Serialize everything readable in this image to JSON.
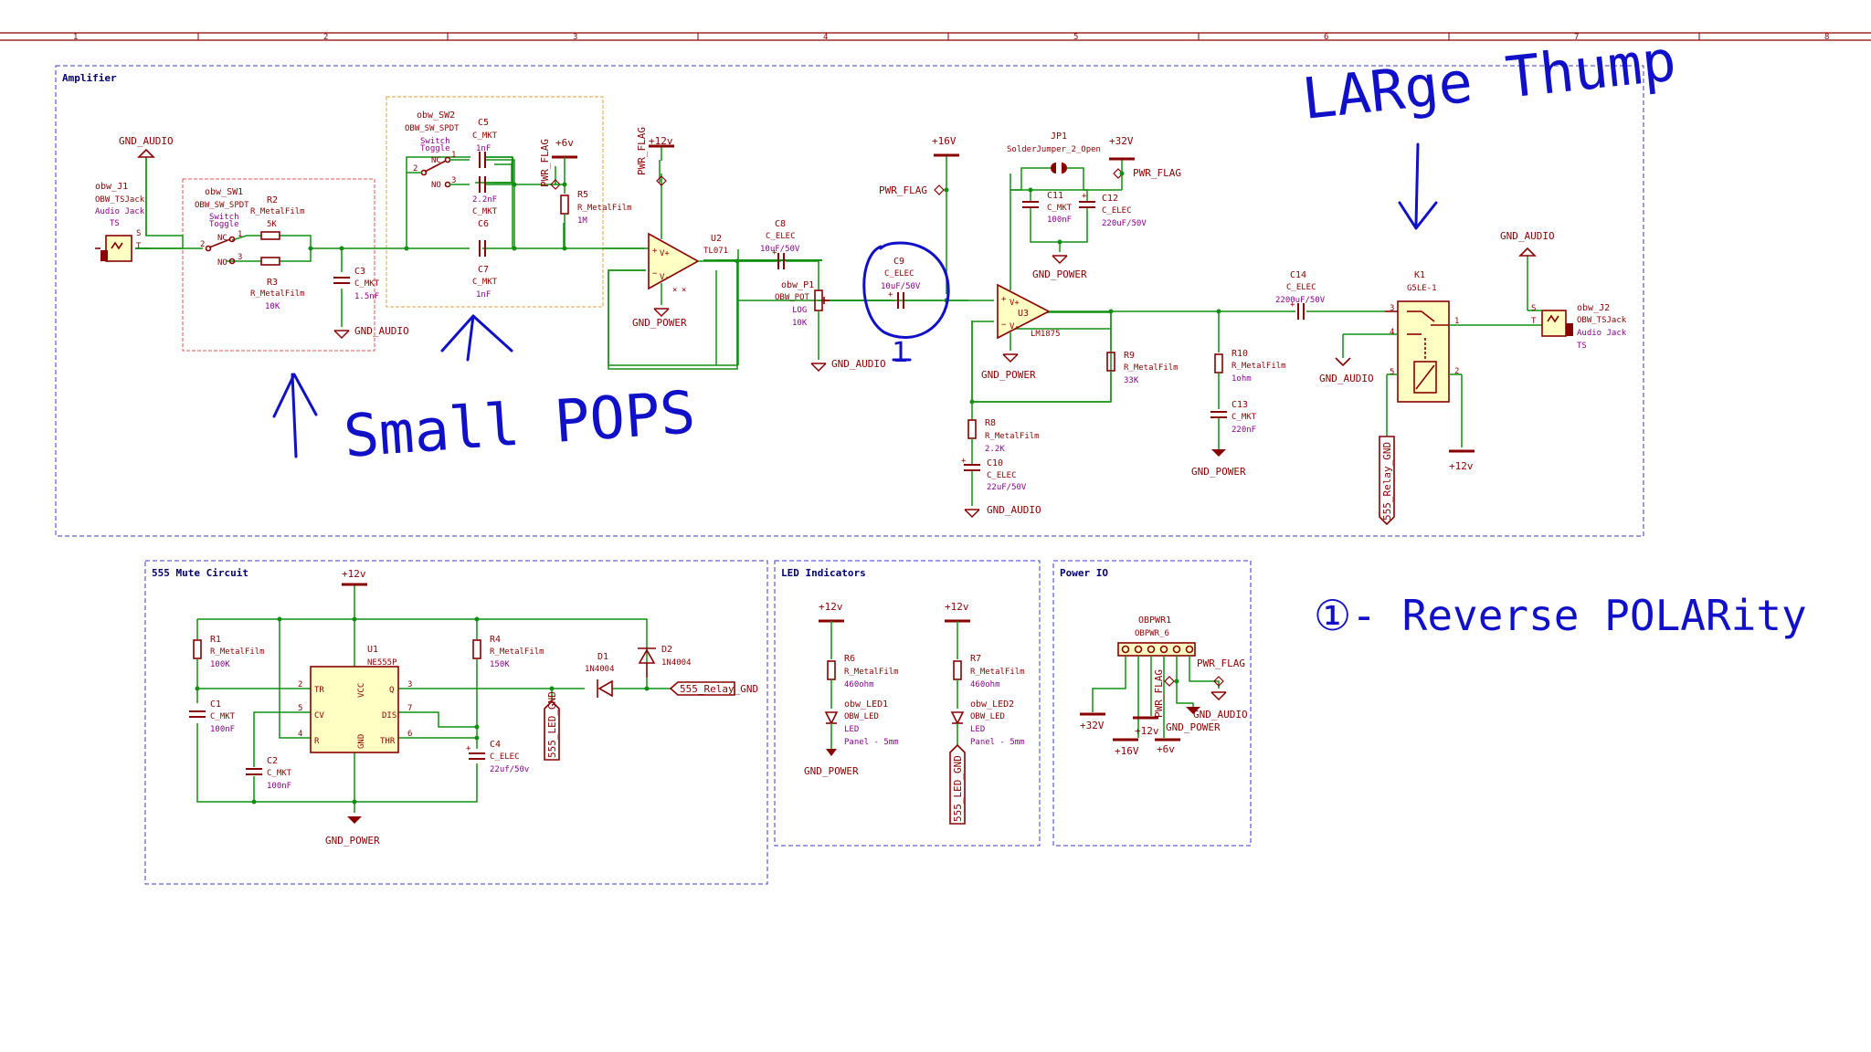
{
  "frame": {
    "columns": [
      "1",
      "2",
      "3",
      "4",
      "5",
      "6",
      "7",
      "8"
    ]
  },
  "sections": {
    "amplifier": "Amplifier",
    "mute": "555 Mute Circuit",
    "led": "LED Indicators",
    "power": "Power IO"
  },
  "net_labels": {
    "gnd_audio": "GND_AUDIO",
    "gnd_power": "GND_POWER",
    "plus12": "+12v",
    "plus16": "+16V",
    "plus32": "+32V",
    "plus6": "+6v",
    "pwr_flag": "PWR_FLAG",
    "relay_gnd": "555_Relay_GND",
    "led_gnd": "555_LED_GND"
  },
  "components": {
    "j1": {
      "ref": "obw_J1",
      "val": "OBW_TSJack",
      "desc": "Audio Jack",
      "type": "TS",
      "pin_s": "S",
      "pin_t": "T"
    },
    "sw1": {
      "ref": "obw_SW1",
      "val": "OBW_SW_SPDT",
      "desc1": "Switch",
      "desc2": "Toggle",
      "nc": "NC",
      "no": "NO",
      "p1": "1",
      "p2": "2",
      "p3": "3"
    },
    "r2": {
      "ref": "R2",
      "val": "R_MetalFilm",
      "r": "5K"
    },
    "r3": {
      "ref": "R3",
      "val": "R_MetalFilm",
      "r": "10K"
    },
    "c3": {
      "ref": "C3",
      "val": "C_MKT",
      "c": "1.5nF"
    },
    "sw2": {
      "ref": "obw_SW2",
      "val": "OBW_SW_SPDT",
      "desc1": "Switch",
      "desc2": "Toggle",
      "nc": "NC",
      "no": "NO",
      "p1": "1",
      "p2": "2",
      "p3": "3"
    },
    "c5": {
      "ref": "C5",
      "val": "C_MKT",
      "c": "1nF"
    },
    "c6": {
      "ref": "C6",
      "val": "C_MKT",
      "c": "2.2nF"
    },
    "c7": {
      "ref": "C7",
      "val": "C_MKT",
      "c": "1nF"
    },
    "r5": {
      "ref": "R5",
      "val": "R_MetalFilm",
      "r": "1M"
    },
    "u2": {
      "ref": "U2",
      "val": "TL071"
    },
    "c8": {
      "ref": "C8",
      "val": "C_ELEC",
      "c": "10uF/50V"
    },
    "p1": {
      "ref": "obw_P1",
      "val": "OBW_POT",
      "taper": "LOG",
      "r": "10K"
    },
    "c9": {
      "ref": "C9",
      "val": "C_ELEC",
      "c": "10uF/50V"
    },
    "jp1": {
      "ref": "JP1",
      "val": "SolderJumper_2_Open"
    },
    "c11": {
      "ref": "C11",
      "val": "C_MKT",
      "c": "100nF"
    },
    "c12": {
      "ref": "C12",
      "val": "C_ELEC",
      "c": "220uF/50V"
    },
    "u3": {
      "ref": "U3",
      "val": "LM1875"
    },
    "r8": {
      "ref": "R8",
      "val": "R_MetalFilm",
      "r": "2.2K"
    },
    "c10": {
      "ref": "C10",
      "val": "C_ELEC",
      "c": "22uF/50V"
    },
    "r9": {
      "ref": "R9",
      "val": "R_MetalFilm",
      "r": "33K"
    },
    "r10": {
      "ref": "R10",
      "val": "R_MetalFilm",
      "r": "1ohm"
    },
    "c13": {
      "ref": "C13",
      "val": "C_MKT",
      "c": "220nF"
    },
    "c14": {
      "ref": "C14",
      "val": "C_ELEC",
      "c": "2200uF/50V"
    },
    "k1": {
      "ref": "K1",
      "val": "G5LE-1"
    },
    "j2": {
      "ref": "obw_J2",
      "val": "OBW_TSJack",
      "desc": "Audio Jack",
      "type": "TS",
      "pin_s": "S",
      "pin_t": "T"
    },
    "r1": {
      "ref": "R1",
      "val": "R_MetalFilm",
      "r": "100K"
    },
    "c1": {
      "ref": "C1",
      "val": "C_MKT",
      "c": "100nF"
    },
    "c2": {
      "ref": "C2",
      "val": "C_MKT",
      "c": "100nF"
    },
    "u1": {
      "ref": "U1",
      "val": "NE555P",
      "tr": "TR",
      "cv": "CV",
      "r": "R",
      "vcc": "VCC",
      "gnd": "GND",
      "q": "Q",
      "dis": "DIS",
      "thr": "THR"
    },
    "r4": {
      "ref": "R4",
      "val": "R_MetalFilm",
      "r": "150K"
    },
    "c4": {
      "ref": "C4",
      "val": "C_ELEC",
      "c": "22uf/50v"
    },
    "d1": {
      "ref": "D1",
      "val": "1N4004"
    },
    "d2": {
      "ref": "D2",
      "val": "1N4004"
    },
    "r6": {
      "ref": "R6",
      "val": "R_MetalFilm",
      "r": "460ohm"
    },
    "led1": {
      "ref": "obw_LED1",
      "val": "OBW_LED",
      "desc": "LED",
      "size": "Panel - 5mm"
    },
    "r7": {
      "ref": "R7",
      "val": "R_MetalFilm",
      "r": "460ohm"
    },
    "led2": {
      "ref": "obw_LED2",
      "val": "OBW_LED",
      "desc": "LED",
      "size": "Panel - 5mm"
    },
    "obpwr1": {
      "ref": "OBPWR1",
      "val": "OBPWR_6"
    }
  },
  "annotations": {
    "large_thump": "LARge Thump",
    "small_pops": "Small POPS",
    "c9_mark": "1",
    "note": "①- Reverse POLARity"
  },
  "colors": {
    "wire": "#109010",
    "part": "#8a0000",
    "sheet_border": "#8a0000",
    "section_border": "#3a3ad0",
    "ink": "#1010c8"
  }
}
